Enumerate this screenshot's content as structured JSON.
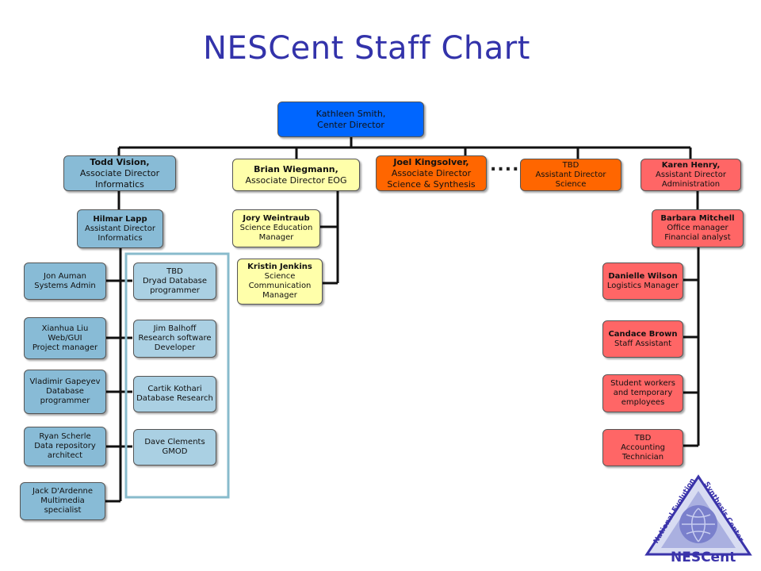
{
  "title": "NESCent Staff Chart",
  "director": {
    "name": "Kathleen Smith,",
    "role": "Center Director"
  },
  "todd": {
    "name": "Todd Vision,",
    "role1": "Associate  Director",
    "role2": "Informatics"
  },
  "brian": {
    "name": "Brian Wiegmann,",
    "role": "Associate  Director  EOG"
  },
  "joel": {
    "name": "Joel Kingsolver,",
    "role1": "Associate  Director",
    "role2": "Science  &  Synthesis"
  },
  "dots": "....",
  "tbd_science": {
    "name": "TBD",
    "role1": "Assistant Director",
    "role2": "Science"
  },
  "karen": {
    "name": "Karen Henry,",
    "role1": "Assistant Director",
    "role2": "Administration"
  },
  "hilmar": {
    "name": "Hilmar Lapp",
    "role1": "Assistant Director",
    "role2": "Informatics"
  },
  "jory": {
    "name": "Jory Weintraub",
    "role1": "Science Education",
    "role2": "Manager"
  },
  "kristin": {
    "name": "Kristin Jenkins",
    "role1": "Science",
    "role2": "Communication",
    "role3": "Manager"
  },
  "barbara": {
    "name": "Barbara Mitchell",
    "role1": "Office manager",
    "role2": "Financial analyst"
  },
  "jon": {
    "name": "Jon Auman",
    "role": "Systems Admin"
  },
  "xianhua": {
    "name": "Xianhua Liu",
    "role1": "Web/GUI",
    "role2": "Project manager"
  },
  "vladimir": {
    "name": "Vladimir Gapeyev",
    "role1": "Database",
    "role2": "programmer"
  },
  "ryan": {
    "name": "Ryan Scherle",
    "role1": "Data repository",
    "role2": "architect"
  },
  "jack": {
    "name": "Jack D'Ardenne",
    "role1": "Multimedia",
    "role2": "specialist"
  },
  "tbd_dryad": {
    "name": "TBD",
    "role1": "Dryad Database",
    "role2": "programmer"
  },
  "jim": {
    "name": "Jim Balhoff",
    "role1": "Research software",
    "role2": "Developer"
  },
  "cartik": {
    "name": "Cartik Kothari",
    "role": "Database Research"
  },
  "dave": {
    "name": "Dave Clements",
    "role": "GMOD"
  },
  "danielle": {
    "name": "Danielle Wilson",
    "role": "Logistics Manager"
  },
  "candace": {
    "name": "Candace Brown",
    "role": "Staff Assistant"
  },
  "students": {
    "line1": "Student workers",
    "line2": "and temporary",
    "line3": "employees"
  },
  "tbd_accounting": {
    "name": "TBD",
    "role1": "Accounting",
    "role2": "Technician"
  },
  "logo": {
    "word": "NESCent",
    "arc_left": "National Evolutionary",
    "arc_right": "Synthesis Center"
  },
  "colors": {
    "title": "#3333aa",
    "director": "#0066ff",
    "informatics": "#88bbd6",
    "eog": "#ffffaa",
    "science": "#ff6600",
    "admin": "#ff6666"
  }
}
